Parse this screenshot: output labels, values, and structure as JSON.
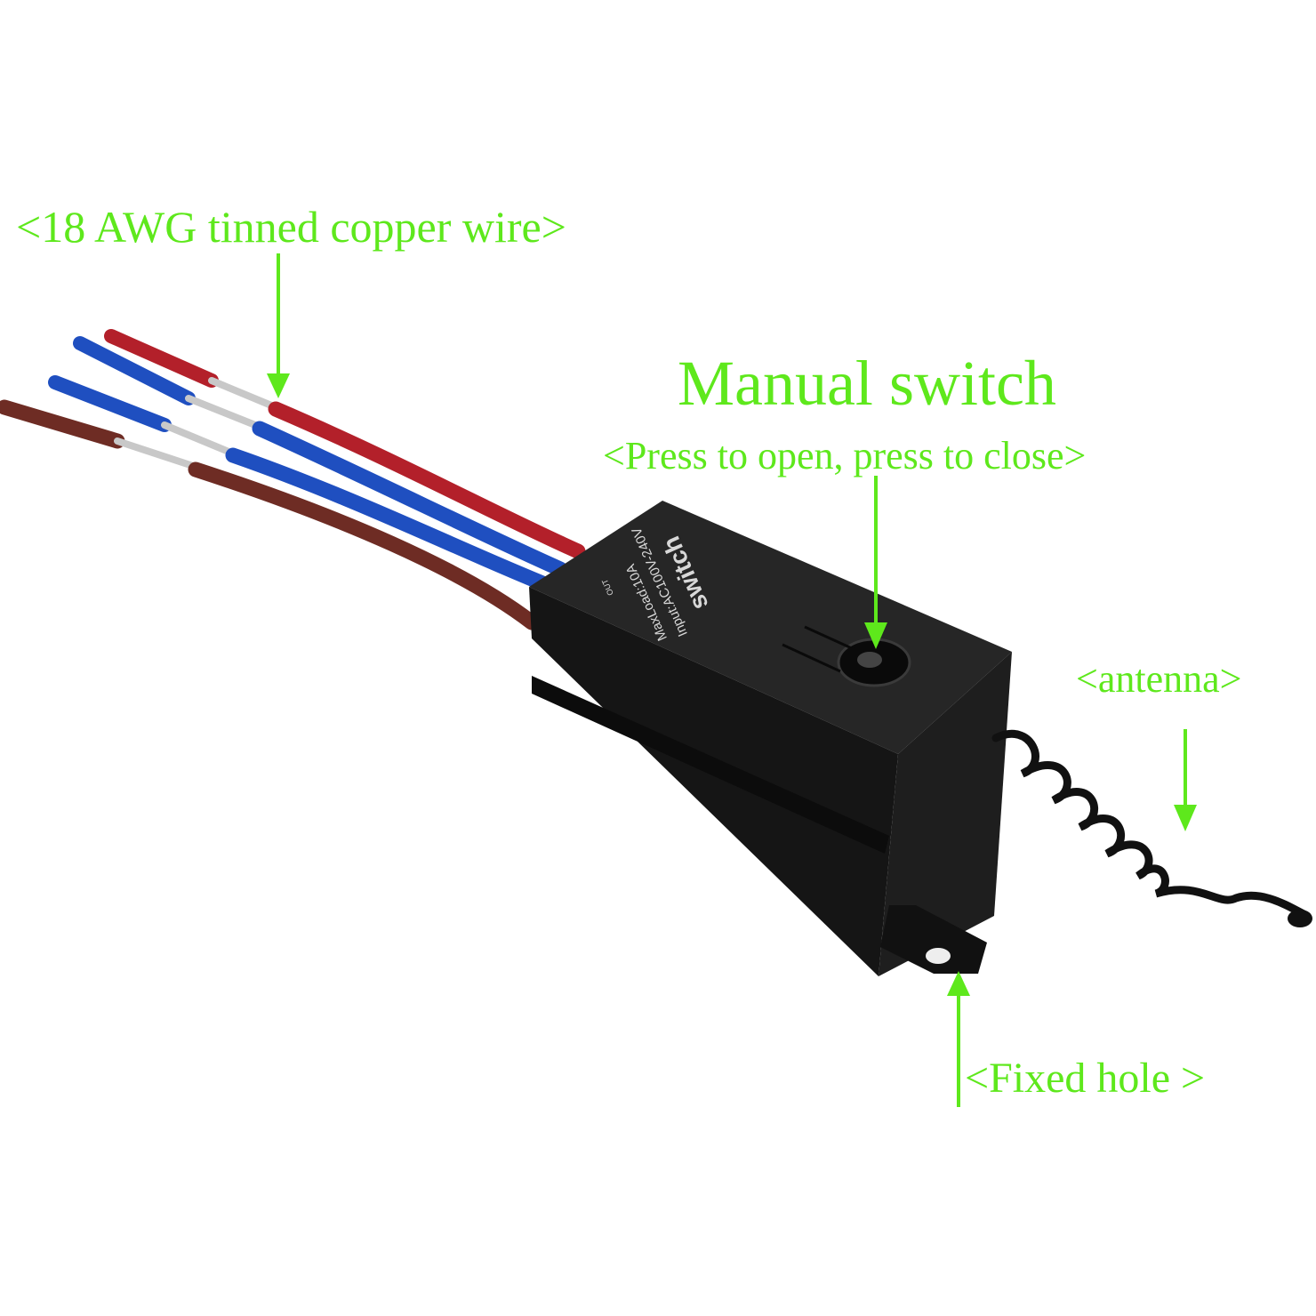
{
  "annotations": {
    "wire": "<18 AWG tinned copper wire>",
    "manual_switch_title": "Manual switch",
    "manual_switch_desc": "<Press to open, press to close>",
    "antenna": "<antenna>",
    "fixed_hole": "<Fixed hole >"
  },
  "device_print": {
    "brand": "switch",
    "input": "Input:AC100V-240V",
    "max_load": "MaxLoad:10A",
    "out": "OUT"
  },
  "colors": {
    "annotation": "#5ee81c",
    "wire_red": "#b3202a",
    "wire_blue": "#1f4fc0",
    "wire_brown": "#6e2c24",
    "housing": "#1c1c1c"
  }
}
